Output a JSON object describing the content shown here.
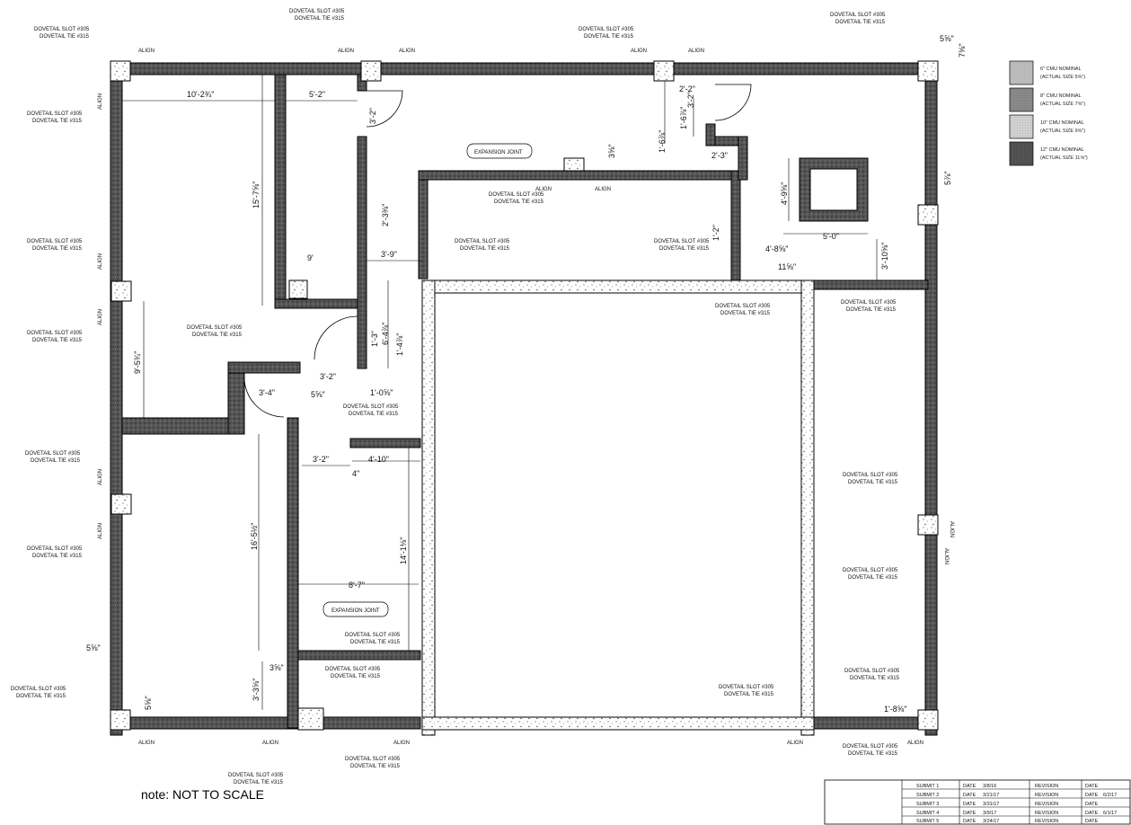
{
  "legend": [
    {
      "line1": "6\" CMU NOMINAL",
      "line2": "(ACTUAL SIZE 5⅝\")"
    },
    {
      "line1": "8\" CMU NOMINAL",
      "line2": "(ACTUAL SIZE 7⅝\")"
    },
    {
      "line1": "10\" CMU NOMINAL",
      "line2": "(ACTUAL SIZE 9⅝\")"
    },
    {
      "line1": "12\" CMU NOMINAL",
      "line2": "(ACTUAL SIZE 11⅝\")"
    }
  ],
  "note": "note: NOT TO SCALE",
  "labels": {
    "dovetail_slot": "DOVETAIL SLOT #305",
    "dovetail_tie": "DOVETAIL TIE #315",
    "align": "ALIGN",
    "expansion_joint": "EXPANSION JOINT"
  },
  "dimensions": {
    "d1": "10'-2¾\"",
    "d2": "5'-2\"",
    "d3": "3'-2\"",
    "d4": "15'-7⅝\"",
    "d5": "2'-3⅜\"",
    "d6": "2'-2\"",
    "d7": "3'-2\"",
    "d8": "1'-6⅞\"",
    "d9": "1'-6⅞\"",
    "d10": "2'-3\"",
    "d11": "3⅝\"",
    "d12": "4'-9⅝\"",
    "d13": "3'-9\"",
    "d14": "9'",
    "d15": "1'-2\"",
    "d16": "5'-0\"",
    "d17": "4'-8⅝\"",
    "d18": "3'-10⅝\"",
    "d19": "11⅝\"",
    "d20": "5⅞\"",
    "d21": "9'-5¾\"",
    "d22": "6'-4⅞\"",
    "d23": "1'-3\"",
    "d24": "1'-4⅞\"",
    "d25": "3'-2\"",
    "d26": "3'-4\"",
    "d27": "5⅝\"",
    "d28": "1'-0⅝\"",
    "d29": "3'-2\"",
    "d30": "4'-10\"",
    "d31": "4\"",
    "d32": "16'-5½\"",
    "d33": "14'-1⅛\"",
    "d34": "8'-7\"",
    "d35": "3'-3⅝\"",
    "d36": "3⅝\"",
    "d37": "5⅝\"",
    "d38": "5⅝\"",
    "d39": "5⅝\"",
    "d40": "7⅝\"",
    "d41": "1'-8⅝\""
  },
  "title_block": {
    "rows": [
      {
        "submit": "SUBMIT 1",
        "date_label": "DATE",
        "date": "3/8/16",
        "rev": "REVISION",
        "rev_date_label": "DATE",
        "rev_date": ""
      },
      {
        "submit": "SUBMIT 2",
        "date_label": "DATE",
        "date": "3/21/17",
        "rev": "REVISION",
        "rev_date_label": "DATE",
        "rev_date": "6/2/17"
      },
      {
        "submit": "SUBMIT 3",
        "date_label": "DATE",
        "date": "3/31/17",
        "rev": "REVISION",
        "rev_date_label": "DATE",
        "rev_date": ""
      },
      {
        "submit": "SUBMIT 4",
        "date_label": "DATE",
        "date": "3/9/17",
        "rev": "REVISION",
        "rev_date_label": "DATE",
        "rev_date": "6/1/17"
      },
      {
        "submit": "SUBMIT 5",
        "date_label": "DATE",
        "date": "3/24/17",
        "rev": "REVISION",
        "rev_date_label": "DATE",
        "rev_date": ""
      }
    ]
  }
}
